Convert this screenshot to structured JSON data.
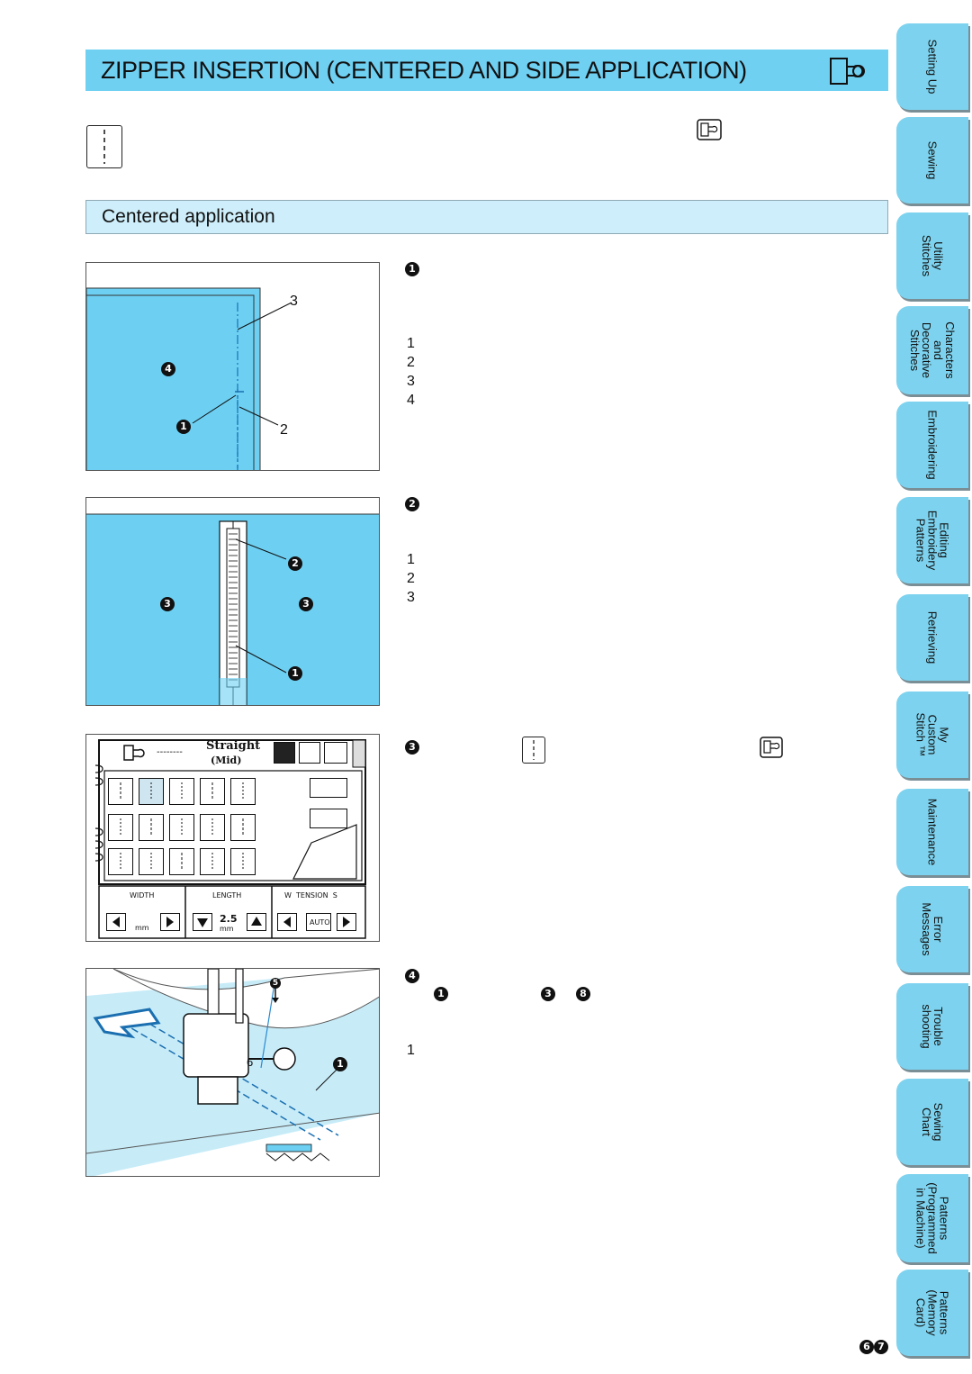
{
  "header": {
    "title": "ZIPPER INSERTION (CENTERED AND SIDE APPLICATION)"
  },
  "section": {
    "title": "Centered application"
  },
  "figure1": {
    "callouts": [
      "3",
      "2"
    ]
  },
  "step1": {
    "marker": "1",
    "list": [
      "1",
      "2",
      "3",
      "4"
    ]
  },
  "figure2": {
    "callouts": []
  },
  "step2": {
    "marker": "2",
    "list": [
      "1",
      "2",
      "3"
    ]
  },
  "step3": {
    "marker": "3"
  },
  "lcd": {
    "stitch_name": "Straight",
    "stitch_sub": "(Mid)",
    "width_label": "WIDTH",
    "length_label": "LENGTH",
    "tension_label": "W  TENSION  S",
    "width_unit": "mm",
    "length_value": "2.5",
    "length_unit": "mm",
    "auto_label": "AUTO"
  },
  "step4": {
    "marker": "4",
    "list": [
      "1"
    ]
  },
  "figure4": {
    "foot_number": "6"
  },
  "page_number": "67",
  "side_tabs": [
    "Setting Up",
    "Sewing",
    "Utility\nStitches",
    "Characters\nand\nDecorative\nStitches",
    "Embroidering",
    "Editing\nEmbroidery\nPatterns",
    "Retrieving",
    "My\nCustom\nStitch ™",
    "Maintenance",
    "Error\nMessages",
    "Trouble\nshooting",
    "Sewing\nChart",
    "Patterns\n(Programmed\nin Machine)",
    "Patterns\n(Memory\nCard)"
  ],
  "colors": {
    "title_bar": "#6fd0f2",
    "section_bar": "#cdeefa",
    "fabric": "#6dd0f3",
    "tab": "#7dd3ef"
  }
}
